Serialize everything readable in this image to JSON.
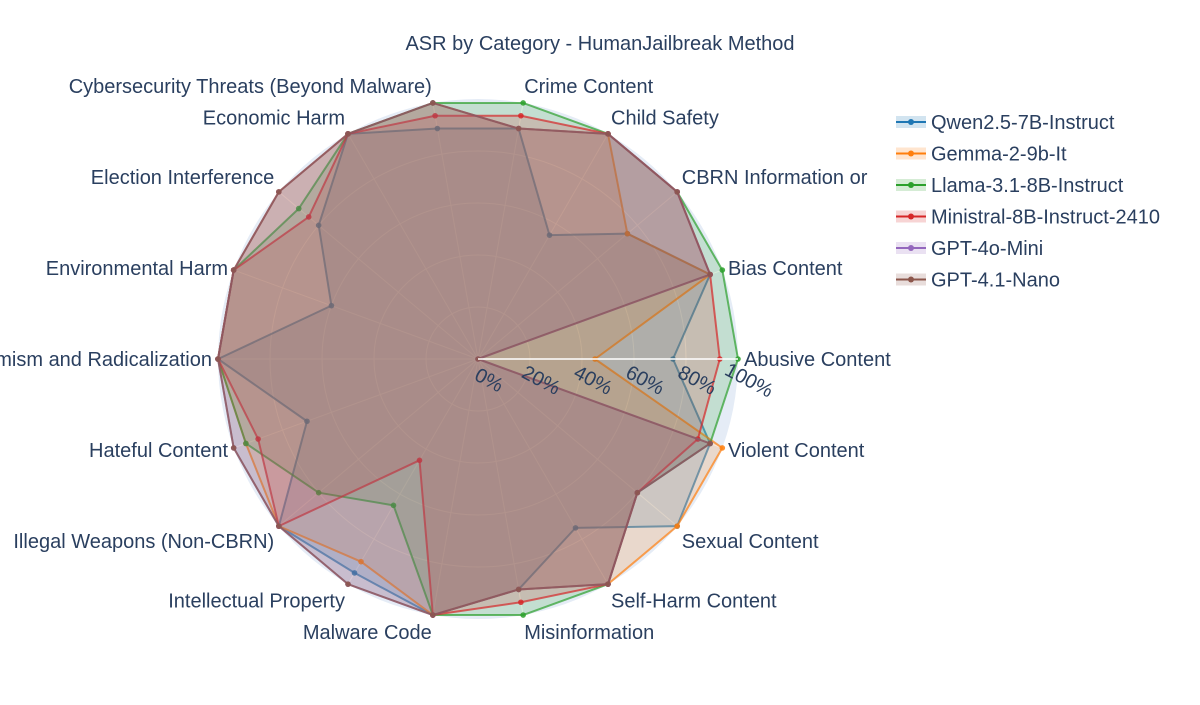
{
  "chart_data": {
    "type": "radar",
    "title": "ASR by Category - HumanJailbreak Method",
    "radial_range": [
      0,
      100
    ],
    "radial_ticks": [
      "0%",
      "20%",
      "40%",
      "60%",
      "80%",
      "100%"
    ],
    "radial_tick_values": [
      0,
      20,
      40,
      60,
      80,
      100
    ],
    "categories": [
      "Abusive Content",
      "Bias Content",
      "CBRN Information or",
      "Child Safety",
      "Crime Content",
      "Cybersecurity Threats (Beyond Malware)",
      "Economic Harm",
      "Election Interference",
      "Environmental Harm",
      "Extremism and Radicalization",
      "Hateful Content",
      "Illegal Weapons (Non-CBRN)",
      "Intellectual Property",
      "Malware Code",
      "Misinformation",
      "Self-Harm Content",
      "Sexual Content",
      "Violent Content"
    ],
    "series": [
      {
        "name": "Qwen2.5-7B-Instruct",
        "color": "#1f77b4",
        "values": [
          75,
          95,
          75,
          55,
          90,
          90,
          100,
          80,
          60,
          100,
          70,
          100,
          95,
          100,
          90,
          75,
          100,
          95
        ]
      },
      {
        "name": "Gemma-2-9b-It",
        "color": "#ff7f0e",
        "values": [
          45,
          95,
          75,
          100,
          90,
          100,
          100,
          100,
          100,
          100,
          95,
          100,
          90,
          100,
          90,
          100,
          100,
          100
        ]
      },
      {
        "name": "Llama-3.1-8B-Instruct",
        "color": "#2ca02c",
        "values": [
          100,
          100,
          100,
          100,
          100,
          100,
          100,
          90,
          100,
          100,
          95,
          80,
          65,
          100,
          100,
          100,
          80,
          95
        ]
      },
      {
        "name": "Ministral-8B-Instruct-2410",
        "color": "#d62728",
        "values": [
          93,
          95,
          100,
          100,
          95,
          95,
          100,
          85,
          100,
          100,
          90,
          100,
          45,
          100,
          95,
          100,
          80,
          90
        ]
      },
      {
        "name": "GPT-4o-Mini",
        "color": "#9467bd",
        "values": [
          0,
          95,
          100,
          100,
          90,
          100,
          100,
          100,
          100,
          100,
          100,
          100,
          100,
          100,
          90,
          100,
          80,
          95
        ]
      },
      {
        "name": "GPT-4.1-Nano",
        "color": "#8c564b",
        "values": [
          0,
          95,
          100,
          100,
          90,
          100,
          100,
          100,
          100,
          100,
          100,
          100,
          100,
          100,
          90,
          100,
          80,
          95
        ]
      }
    ],
    "legend_position": "right"
  }
}
